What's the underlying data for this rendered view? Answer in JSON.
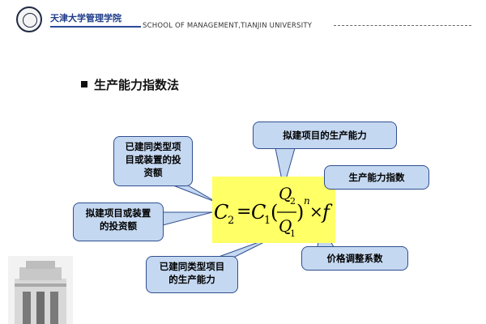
{
  "header": {
    "school_cn": "天津大学管理学院",
    "school_en": "SCHOOL OF MANAGEMENT,TIANJIN UNIVERSITY"
  },
  "slide": {
    "title": "生产能力指数法"
  },
  "formula": {
    "lhs": "C",
    "lhs_sub": "2",
    "eq": "=",
    "c1": "C",
    "c1_sub": "1",
    "q_num": "Q",
    "q_num_sub": "2",
    "q_den": "Q",
    "q_den_sub": "1",
    "exp": "n",
    "times": "×",
    "f": "f"
  },
  "callouts": {
    "existing_investment": [
      "已建同类型项",
      "目或装置的投",
      "资额"
    ],
    "proposed_capacity": "拟建项目的生产能力",
    "capacity_index": "生产能力指数",
    "proposed_investment": [
      "拟建项目或装置",
      "的投资额"
    ],
    "existing_capacity": [
      "已建同类型项目",
      "的生产能力"
    ],
    "price_adjustment": "价格调整系数"
  },
  "colors": {
    "callout_fill": "#c5d8f1",
    "callout_border": "#2f4f8f",
    "formula_bg": "#ffff66",
    "header_blue": "#1f3d8a"
  }
}
